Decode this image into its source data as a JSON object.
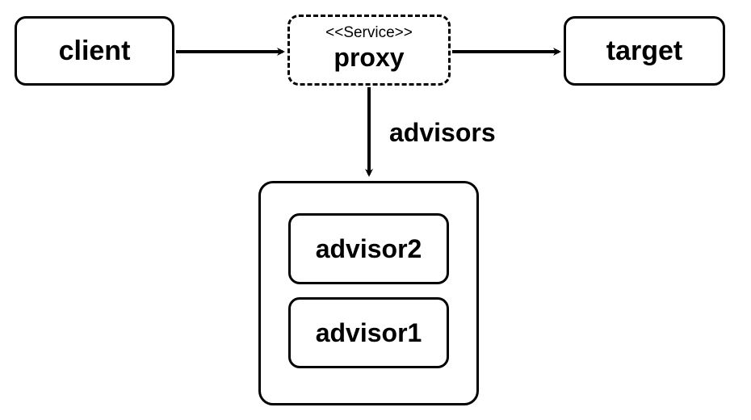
{
  "nodes": {
    "client": "client",
    "proxy_stereotype": "<<Service>>",
    "proxy": "proxy",
    "target": "target",
    "advisor2": "advisor2",
    "advisor1": "advisor1"
  },
  "edges": {
    "advisors_label": "advisors"
  },
  "colors": {
    "stroke": "#000000",
    "background": "#ffffff"
  }
}
